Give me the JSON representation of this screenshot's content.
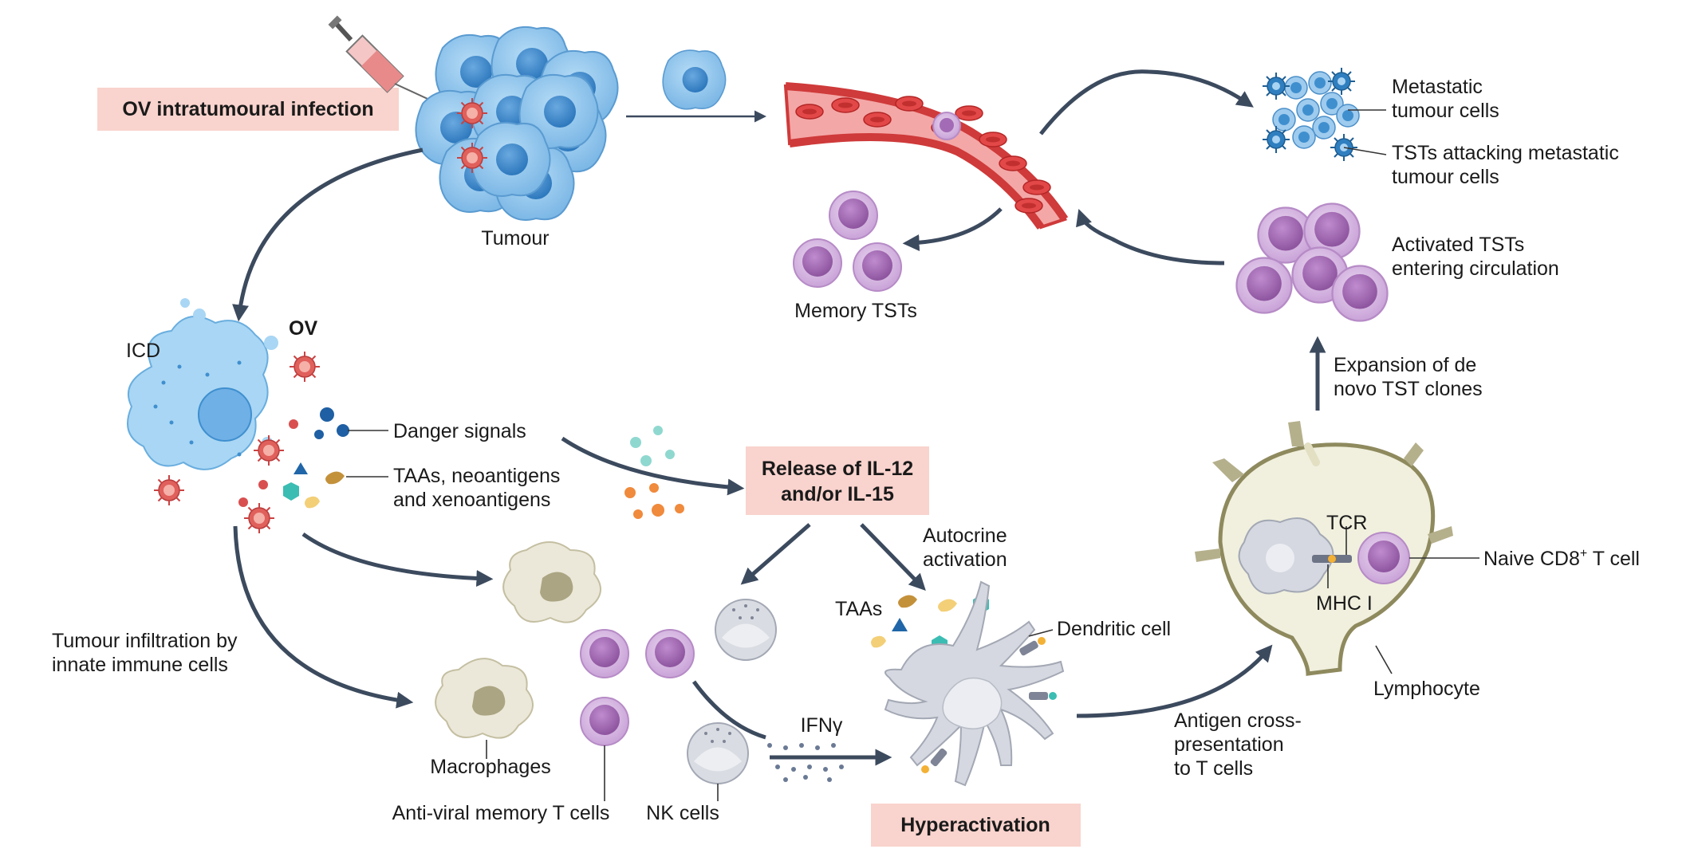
{
  "labels": {
    "ov_infection": "OV intratumoural infection",
    "tumour": "Tumour",
    "memory_tsts": "Memory TSTs",
    "metastatic_1": "Metastatic",
    "metastatic_2": "tumour cells",
    "tsts_attacking_1": "TSTs attacking metastatic",
    "tsts_attacking_2": "tumour cells",
    "activated_1": "Activated TSTs",
    "activated_2": "entering circulation",
    "expansion_1": "Expansion of de",
    "expansion_2": "novo TST clones",
    "icd": "ICD",
    "ov": "OV",
    "danger_signals": "Danger signals",
    "taas_1": "TAAs, neoantigens",
    "taas_2": "and xenoantigens",
    "release_1": "Release of IL-12",
    "release_2": "and/or IL-15",
    "autocrine_1": "Autocrine",
    "autocrine_2": "activation",
    "taas_small": "TAAs",
    "dendritic_cell": "Dendritic cell",
    "tcr": "TCR",
    "naive_cd8_pre": "Naive CD8",
    "naive_cd8_sup": "+",
    "naive_cd8_post": " T cell",
    "mhc": "MHC I",
    "lymphocyte": "Lymphocyte",
    "infiltration_1": "Tumour infiltration by",
    "infiltration_2": "innate immune cells",
    "macrophages": "Macrophages",
    "antiviral": "Anti-viral memory T cells",
    "nk_cells": "NK cells",
    "ifn": "IFNγ",
    "hyperactivation": "Hyperactivation",
    "antigen_1": "Antigen cross-",
    "antigen_2": "presentation",
    "antigen_3": "to T cells"
  },
  "colors": {
    "label_box": "#f9d3cd",
    "arrow": "#3c4a5e",
    "tumour_cell": "#8ec5ec",
    "tumour_nucleus": "#3f8fcf",
    "virus": "#d94f4f",
    "tst_cell": "#d7b7e0",
    "tst_nucleus": "#a36bb5",
    "vessel": "#cf3a3a",
    "vessel_inner": "#f4a7a7",
    "macrophage": "#ebe8d9",
    "nk_cell": "#d9dce2",
    "dendritic": "#d5d8e0",
    "lymphocyte": "#f1f0de",
    "teal": "#3bbdb3",
    "orange": "#f08a3c"
  }
}
